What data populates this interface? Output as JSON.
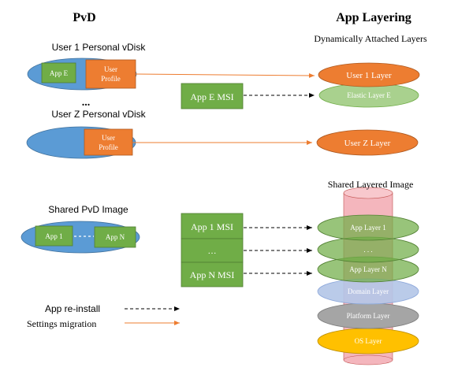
{
  "headings": {
    "pvd": "PvD",
    "app_layering": "App Layering",
    "dynamic_layers": "Dynamically Attached Layers",
    "shared_layered_image": "Shared Layered Image"
  },
  "pvd": {
    "user1_title": "User 1 Personal vDisk",
    "user1_app": "App E",
    "user1_profile_line1": "User",
    "user1_profile_line2": "Profile",
    "ellipsis": "...",
    "userz_title": "User Z Personal vDisk",
    "userz_profile_line1": "User",
    "userz_profile_line2": "Profile",
    "shared_title": "Shared PvD Image",
    "shared_app1": "App 1",
    "shared_appn": "App N"
  },
  "msi": {
    "app_e": "App E MSI",
    "app_1": "App 1 MSI",
    "dots": "…",
    "app_n": "App N MSI"
  },
  "layers": {
    "user1": "User 1 Layer",
    "elastic": "Elastic Layer E",
    "userz": "User  Z Layer",
    "app1": "App Layer 1",
    "dots": ". . .",
    "appn": "App Layer N",
    "domain": "Domain Layer",
    "platform": "Platform Layer",
    "os": "OS Layer"
  },
  "legend": {
    "reinstall": "App re-install",
    "migration": "Settings migration"
  },
  "colors": {
    "blue_ellipse": "#5b9bd5",
    "orange": "#ed7d31",
    "green": "#70ad47",
    "light_green": "#a9d18e",
    "light_blue": "#b4c7e7",
    "grey": "#a5a5a5",
    "gold": "#ffc000",
    "pink_cylinder": "#f4b6bd"
  }
}
